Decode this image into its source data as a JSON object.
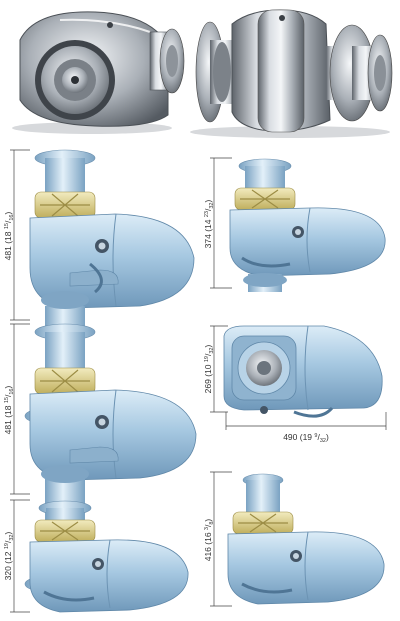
{
  "colors": {
    "chrome_dark": "#6d737a",
    "chrome_mid": "#b8bec5",
    "chrome_light": "#eef1f4",
    "body_blue": "#9fc3de",
    "body_blue_dark": "#6f98ba",
    "body_blue_light": "#d5e8f5",
    "gypsy_gold": "#d8cc8a",
    "line": "#444444"
  },
  "icons": [
    "windlass-photo-front",
    "windlass-photo-side",
    "windlass-vertical",
    "windlass-horizontal"
  ],
  "dimensions": {
    "d1": {
      "value": "481",
      "imperial": "(18 ",
      "frac_num": "15",
      "frac_den": "16",
      "close": ")"
    },
    "d2": {
      "value": "374",
      "imperial": "(14 ",
      "frac_num": "23",
      "frac_den": "32",
      "close": ")"
    },
    "d3": {
      "value": "481",
      "imperial": "(18 ",
      "frac_num": "15",
      "frac_den": "16",
      "close": ")"
    },
    "d4": {
      "value": "269",
      "imperial": "(10 ",
      "frac_num": "19",
      "frac_den": "32",
      "close": ")"
    },
    "d5": {
      "value": "490",
      "imperial": "(19 ",
      "frac_num": "9",
      "frac_den": "32",
      "close": ")"
    },
    "d6": {
      "value": "320",
      "imperial": "(12 ",
      "frac_num": "19",
      "frac_den": "32",
      "close": ")"
    },
    "d7": {
      "value": "416",
      "imperial": "(16 ",
      "frac_num": "3",
      "frac_den": "8",
      "close": ")"
    }
  }
}
